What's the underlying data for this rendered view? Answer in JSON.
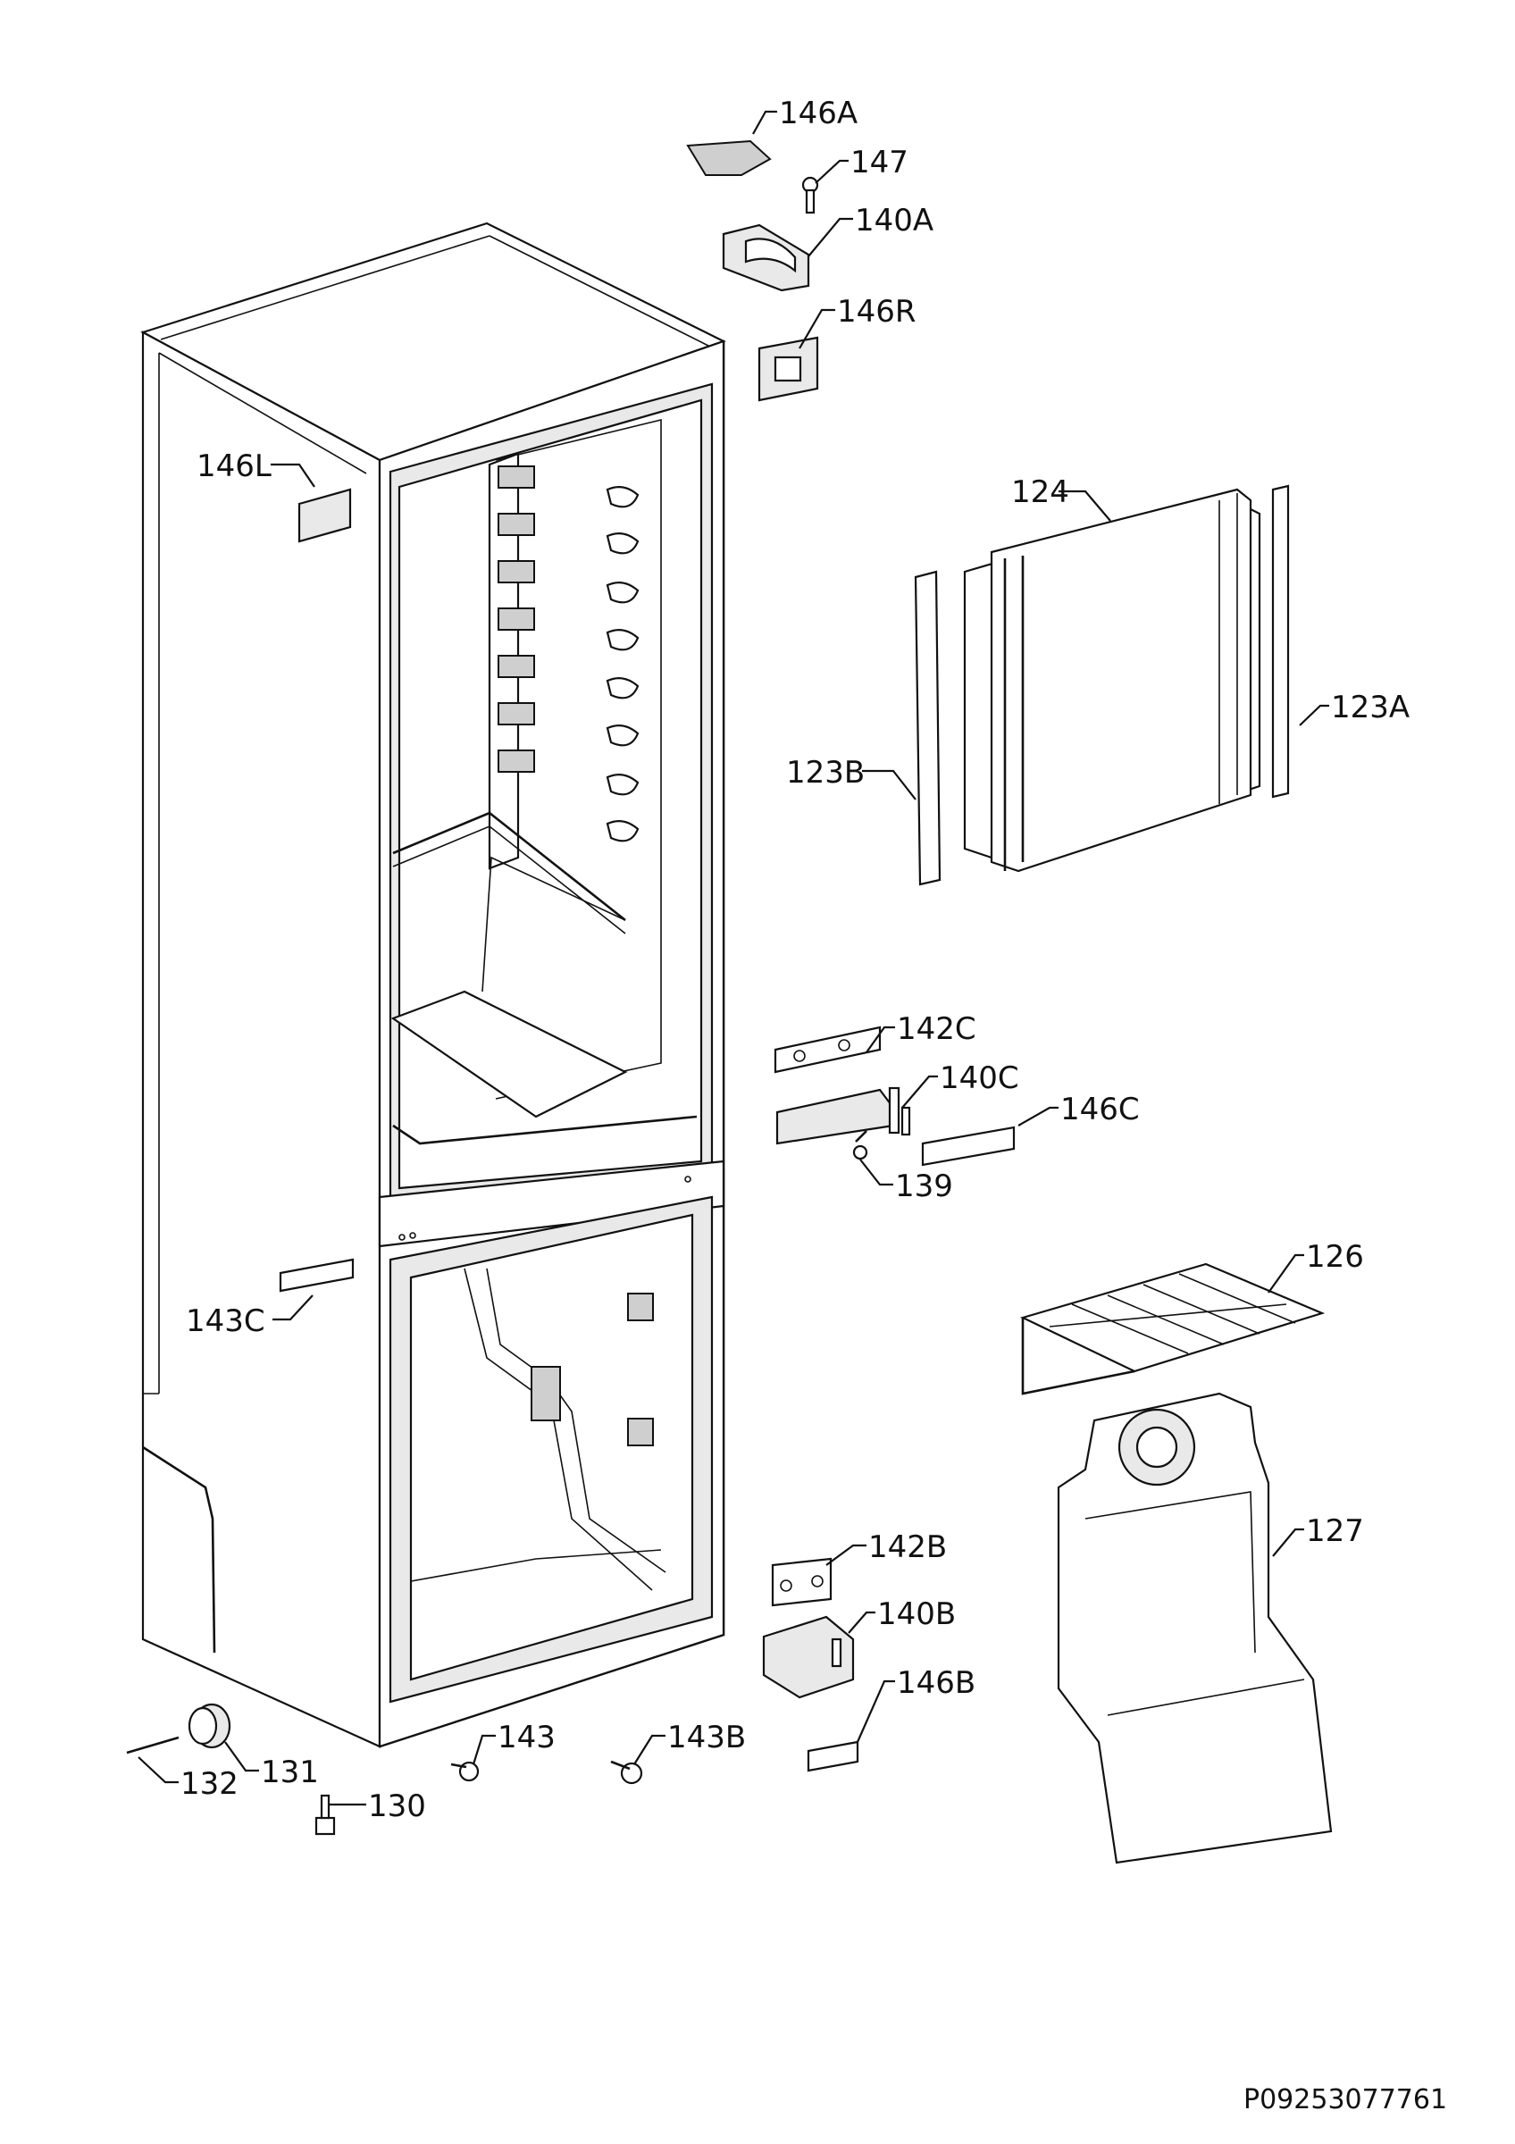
{
  "drawing_code": "P09253077761",
  "parts": [
    {
      "label": "146A"
    },
    {
      "label": "147"
    },
    {
      "label": "140A"
    },
    {
      "label": "146R"
    },
    {
      "label": "146L"
    },
    {
      "label": "124"
    },
    {
      "label": "123A"
    },
    {
      "label": "123B"
    },
    {
      "label": "142C"
    },
    {
      "label": "140C"
    },
    {
      "label": "146C"
    },
    {
      "label": "139"
    },
    {
      "label": "126"
    },
    {
      "label": "143C"
    },
    {
      "label": "127"
    },
    {
      "label": "142B"
    },
    {
      "label": "140B"
    },
    {
      "label": "146B"
    },
    {
      "label": "143"
    },
    {
      "label": "143B"
    },
    {
      "label": "131"
    },
    {
      "label": "132"
    },
    {
      "label": "130"
    }
  ]
}
